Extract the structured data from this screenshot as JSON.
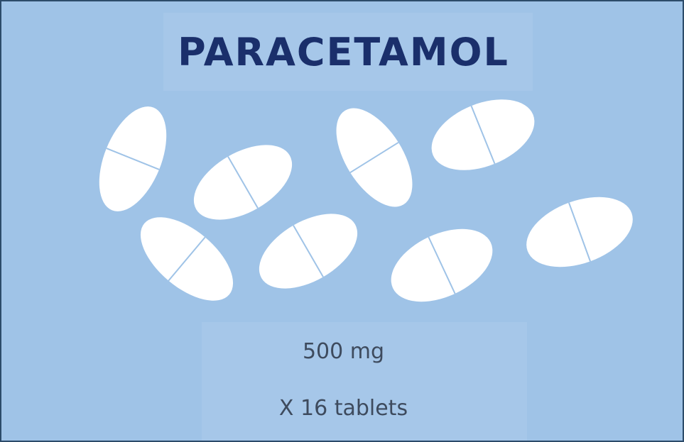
{
  "title": "PARACETAMOL",
  "strength": "500 mg",
  "quantity": "X 16 tablets",
  "tablet_count": 8,
  "colors": {
    "background": "#9fc3e7",
    "panel": "#a6c7e9",
    "border": "#2c4b6a",
    "title": "#1a2f6b",
    "text": "#3e4b5e",
    "tablet": "#ffffff",
    "score_line": "#9fc3e7"
  }
}
